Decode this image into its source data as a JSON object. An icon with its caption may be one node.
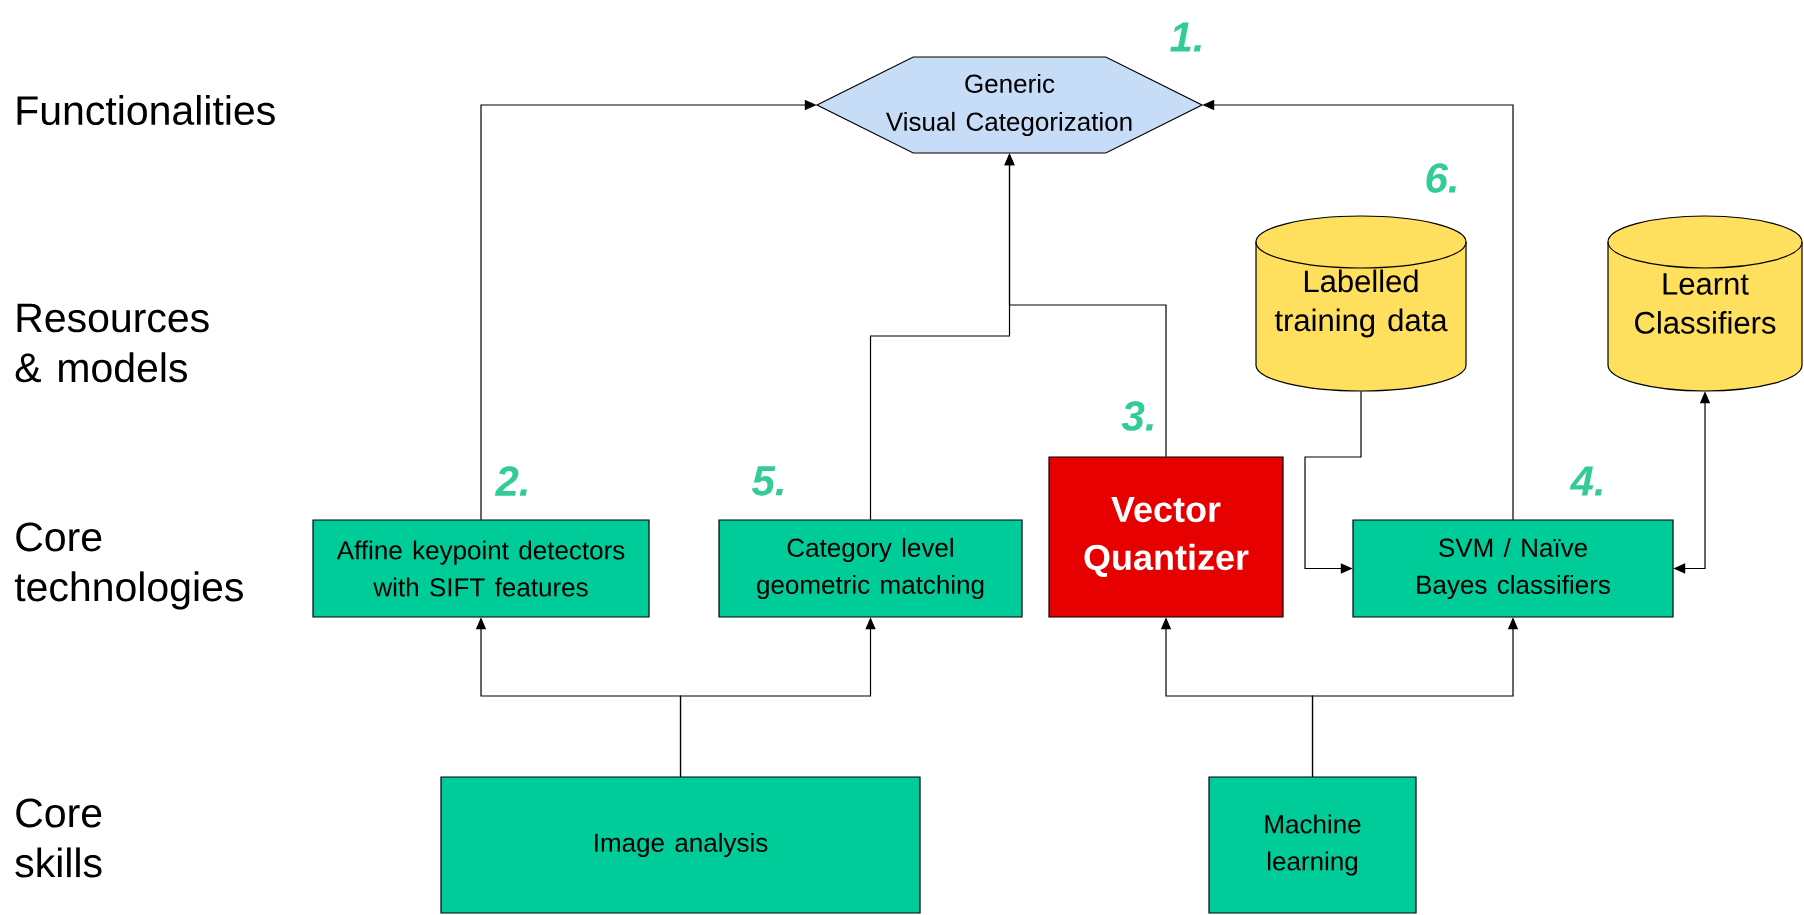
{
  "diagram": {
    "nodes": [
      {
        "text": [
          "Generic Visual Categorization"
        ],
        "beside": [
          "1."
        ]
      },
      {
        "text": [
          "Labelled training data"
        ],
        "beside": [
          "6."
        ]
      },
      {
        "text": [
          "Learnt Classifiers"
        ]
      },
      {
        "text": [
          "Affine keypoint detectors with SIFT features"
        ],
        "beside": [
          "2."
        ]
      },
      {
        "text": [
          "Category level geometric matching"
        ],
        "beside": [
          "5."
        ]
      },
      {
        "text": [
          "Vector Quantizer"
        ],
        "beside": [
          "3."
        ]
      },
      {
        "text": [
          "SVM / Naïve Bayes classifiers"
        ],
        "beside": [
          "4."
        ]
      },
      {
        "text": [
          "Image analysis"
        ]
      },
      {
        "text": [
          "Machine learning"
        ]
      }
    ],
    "edges": [
      {
        "from": 3,
        "to": 0,
        "arrow": "to"
      },
      {
        "from": 4,
        "to": 0,
        "arrow": "to"
      },
      {
        "from": 5,
        "to": 0,
        "arrow": "to"
      },
      {
        "from": 6,
        "to": 0,
        "arrow": "to"
      },
      {
        "from": 1,
        "to": 6,
        "arrow": "to"
      },
      {
        "from": 2,
        "to": 6,
        "arrow": "both"
      },
      {
        "from": 7,
        "to": 3,
        "arrow": "to"
      },
      {
        "from": 7,
        "to": 4,
        "arrow": "to"
      },
      {
        "from": 8,
        "to": 5,
        "arrow": "to"
      },
      {
        "from": 8,
        "to": 6,
        "arrow": "to"
      }
    ],
    "labels": [
      "Functionalities",
      "Resources & models",
      "Core technologies",
      "Core skills"
    ]
  }
}
